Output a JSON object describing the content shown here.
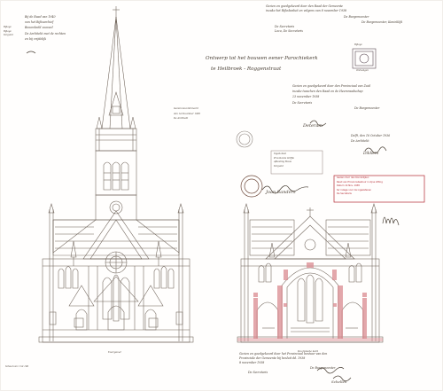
{
  "drawing": {
    "title_line1": "Ontwerp tot het bouwen eener Parochiekerk",
    "title_line2": "te Heilbroek - Roggenstraat",
    "label_front": "Voorgevel",
    "label_section": "Doorsnede kerk",
    "scale_note": "Schaal van 1 tot 100"
  },
  "notes": {
    "top_left": [
      "Bij de Raad van 1940",
      "van het Rijksarchief",
      "Beoordeeld zooveel",
      "De Architekt met de rechten",
      "en bij vrijdelijk"
    ],
    "far_left": [
      "Bijlage",
      "Bijlage",
      "Vergund"
    ],
    "top_right": [
      "Gezien en goedgekeurd door den Raad der Gemeente",
      "inzake het Rijksbesluit en volgens van 8 november 1938",
      "De Burgemeester",
      "De Burgemeester, Koninklijk",
      "De Secretaris",
      "Loco, De Secretaris"
    ],
    "middle_right": [
      "Gezien en goedgekeurd door den Provinciaal van Zuid",
      "inzake tusschen den Raad en de Heemraadschap",
      "23 november 1938",
      "De Secretaris",
      "De Burgemeester"
    ],
    "right_date": [
      "Delft, den 16 October 1936",
      "De Architekt"
    ],
    "bottom_right": [
      "Gezien en goedgekeurd door het Provinciaal bestuur van den",
      "Provinciale der Gemeente bij besluit dd. 1938",
      "8 november 1938",
      "De Burgemeester",
      "De Secretaris"
    ],
    "center_stamp": [
      "Gezien Gecontroleerd",
      "den 14 November 1938",
      "De Architekt"
    ]
  },
  "stamps": {
    "red_stamp": [
      "Gezien door den Koninklijken",
      "Raad van Provinciebestuur in zijne zitting",
      "Datum 14 Nov. 1938",
      "ter inzage voor de ingezetenen",
      "De Secretaris"
    ],
    "postmark_a": [
      "Bijlage",
      "Ontvangen"
    ],
    "seal_text": [
      "Ingekomen",
      "Provinciale Griffie",
      "Afdeeling Bouw",
      "Vergund"
    ]
  },
  "signatures": {
    "sig_main": "Joan Sanders",
    "sig_mid": "Deteram",
    "sig_right": "Dikkers",
    "sig_bottom": "Schellen"
  },
  "colors": {
    "ink": "#4a4036",
    "line": "#6b5f55",
    "red_stamp": "#b3262f",
    "pink_wash": "#d98a8f",
    "paper": "#ffffff"
  }
}
